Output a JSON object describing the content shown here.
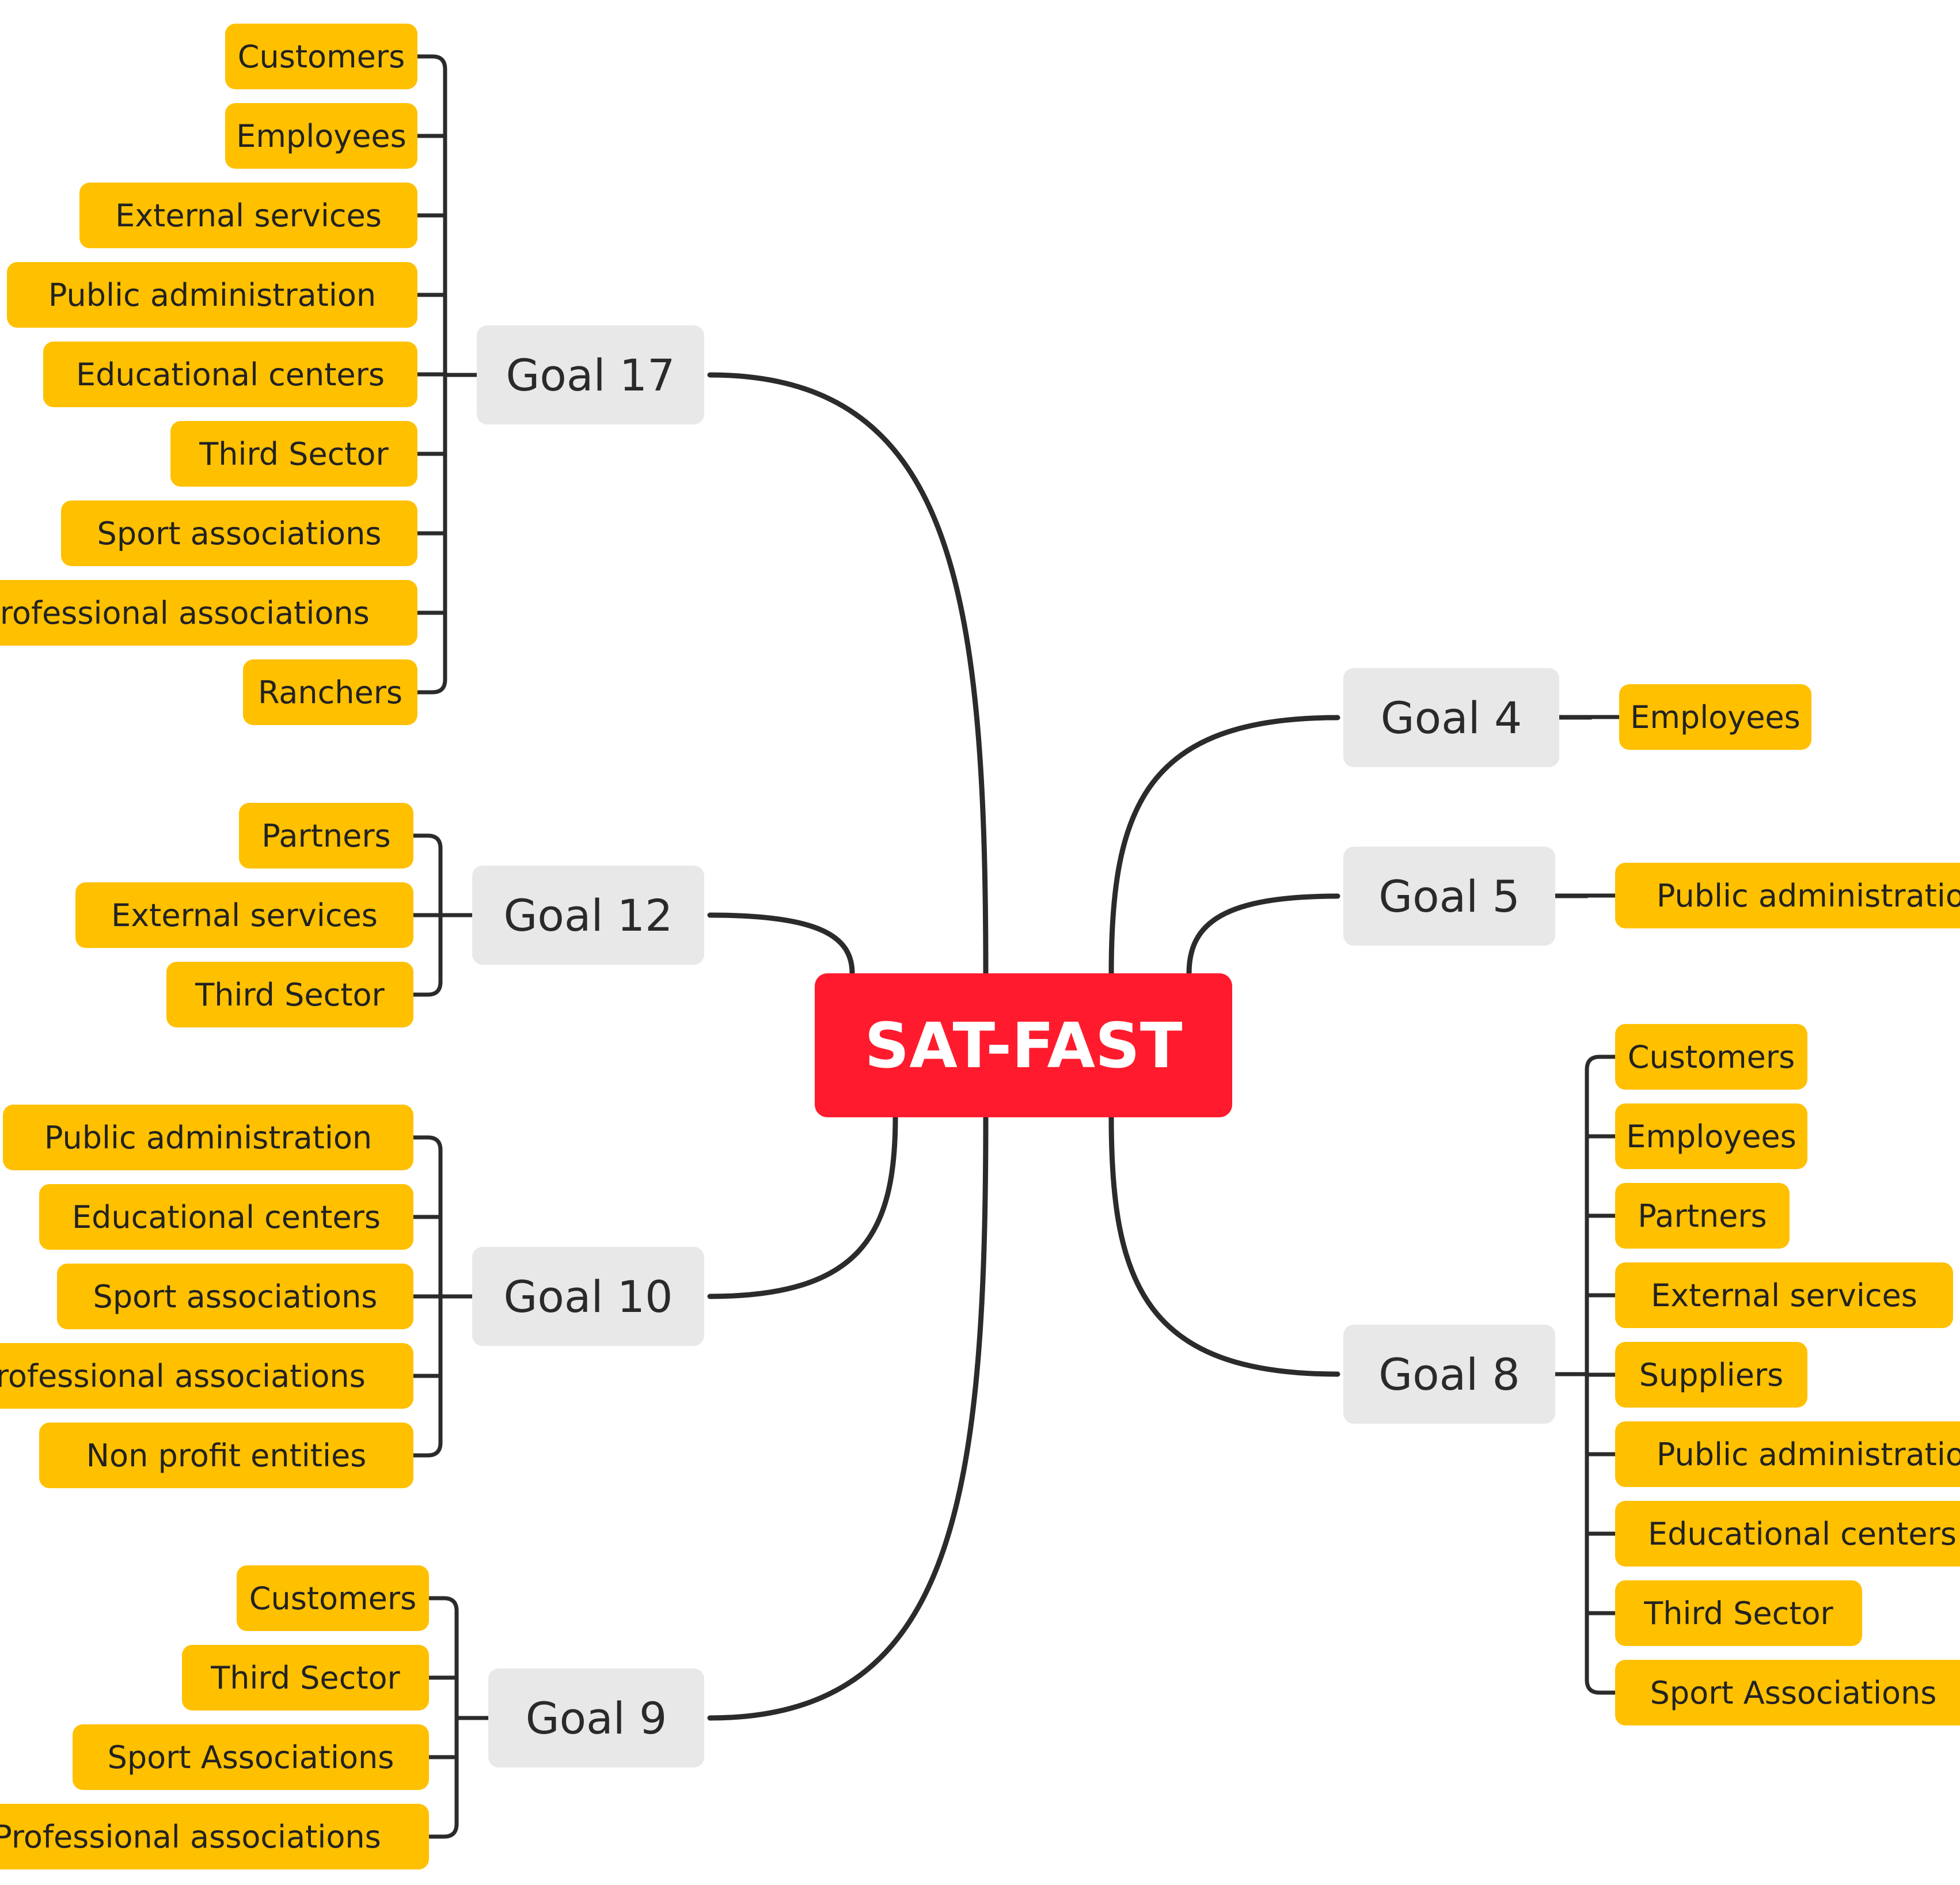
{
  "colors": {
    "root_fill": "#FF1B2D",
    "root_text": "#FFFFFF",
    "goal_fill": "#E8E8E8",
    "leaf_fill": "#FFC000",
    "line": "#2B2B2B"
  },
  "root": {
    "label": "SAT-FAST"
  },
  "goals": [
    {
      "label": "Goal 17",
      "side": "left",
      "items": [
        "Customers",
        "Employees",
        "External services",
        "Public administration",
        "Educational centers",
        "Third Sector",
        "Sport associations",
        "Professional associations",
        "Ranchers"
      ]
    },
    {
      "label": "Goal 12",
      "side": "left",
      "items": [
        "Partners",
        "External services",
        "Third Sector"
      ]
    },
    {
      "label": "Goal 10",
      "side": "left",
      "items": [
        "Public administration",
        "Educational centers",
        "Sport associations",
        "Professional associations",
        "Non profit entities"
      ]
    },
    {
      "label": "Goal 9",
      "side": "left",
      "items": [
        "Customers",
        "Third Sector",
        "Sport Associations",
        "Professional associations"
      ]
    },
    {
      "label": "Goal 4",
      "side": "right",
      "items": [
        "Employees"
      ]
    },
    {
      "label": "Goal 5",
      "side": "right",
      "items": [
        "Public administration"
      ]
    },
    {
      "label": "Goal 8",
      "side": "right",
      "items": [
        "Customers",
        "Employees",
        "Partners",
        "External services",
        "Suppliers",
        "Public administration",
        "Educational centers",
        "Third Sector",
        "Sport Associations"
      ]
    }
  ]
}
